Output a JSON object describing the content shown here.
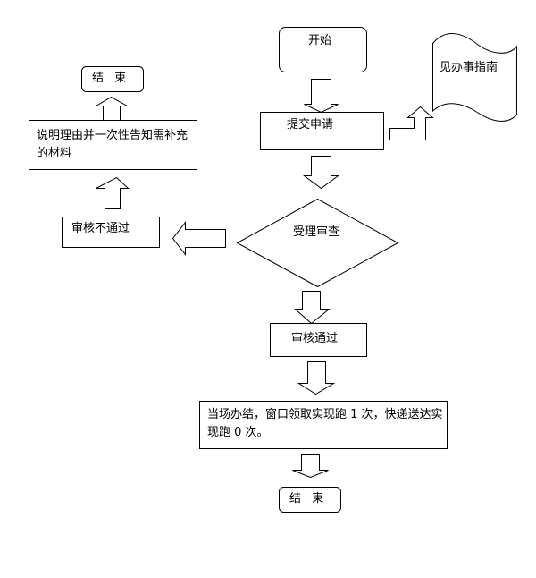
{
  "diagram": {
    "type": "flowchart",
    "colors": {
      "stroke": "#000000",
      "fill": "#ffffff",
      "background": "#ffffff"
    },
    "nodes": {
      "start": {
        "label": "开始",
        "shape": "rounded-rect"
      },
      "guide": {
        "label": "见办事指南",
        "shape": "document"
      },
      "submit": {
        "label": "提交申请",
        "shape": "rect"
      },
      "review": {
        "label": "受理审查",
        "shape": "diamond"
      },
      "rejected": {
        "label": "审核不通过",
        "shape": "rect"
      },
      "explain": {
        "label": "说明理由并一次性告知需补充的材料",
        "shape": "rect"
      },
      "end_left": {
        "label": "结 束",
        "shape": "rounded-rect"
      },
      "approved": {
        "label": "审核通过",
        "shape": "rect"
      },
      "result": {
        "label": "当场办结，窗口领取实现跑 1 次，快递送达实现跑 0 次。",
        "shape": "rect"
      },
      "end_bottom": {
        "label": "结 束",
        "shape": "rounded-rect"
      }
    },
    "edges": [
      {
        "from": "start",
        "to": "submit"
      },
      {
        "from": "submit",
        "to": "guide"
      },
      {
        "from": "submit",
        "to": "review"
      },
      {
        "from": "review",
        "to": "rejected"
      },
      {
        "from": "rejected",
        "to": "explain"
      },
      {
        "from": "explain",
        "to": "end_left"
      },
      {
        "from": "review",
        "to": "approved"
      },
      {
        "from": "approved",
        "to": "result"
      },
      {
        "from": "result",
        "to": "end_bottom"
      }
    ]
  }
}
